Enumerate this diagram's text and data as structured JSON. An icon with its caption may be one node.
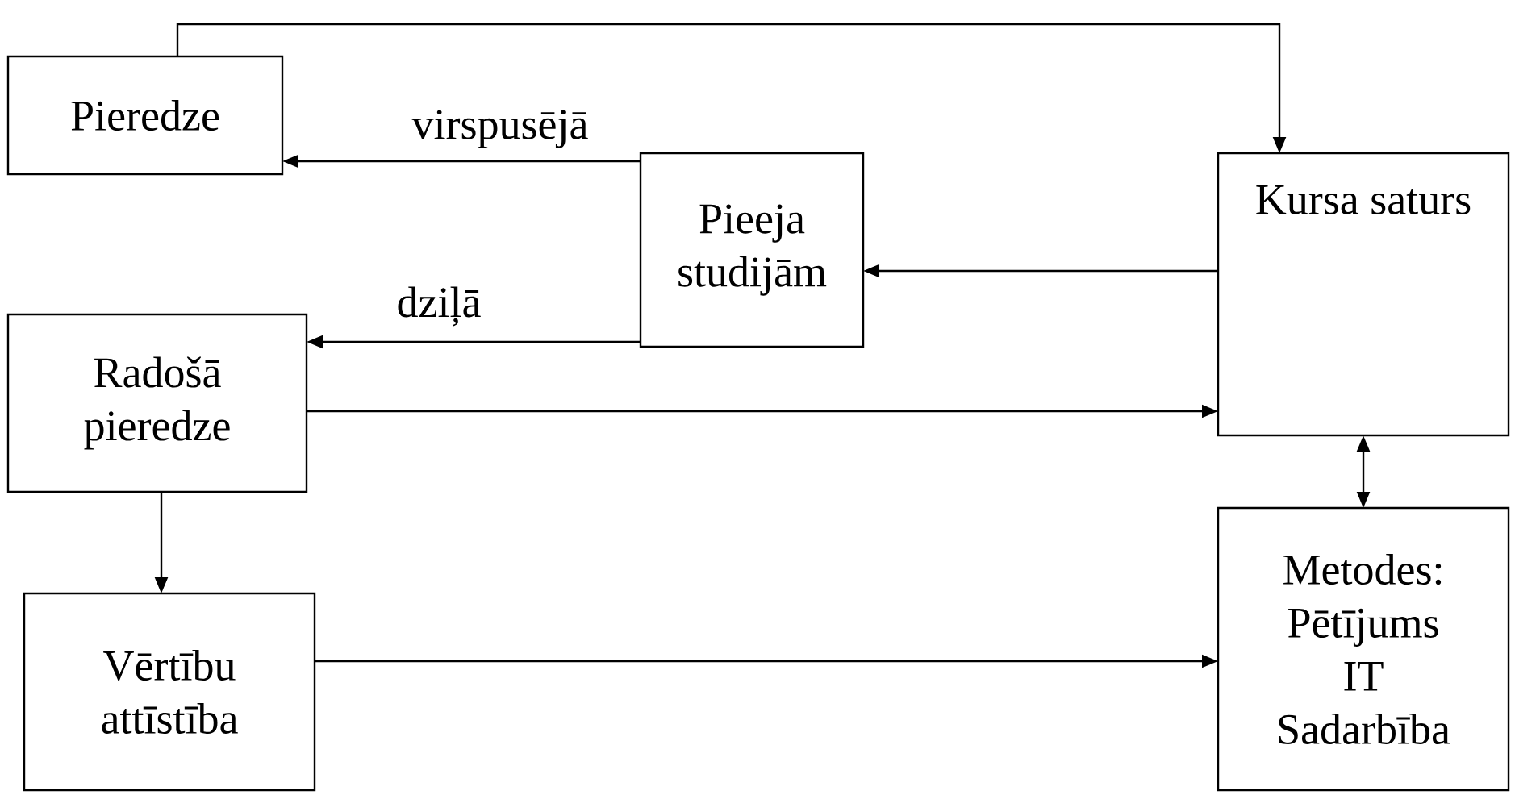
{
  "diagram": {
    "nodes": [
      {
        "text": [
          "Pieredze"
        ]
      },
      {
        "text": [
          "Pieeja studijām"
        ]
      },
      {
        "text": [
          "Kursa saturs"
        ]
      },
      {
        "text": [
          "Radošā pieredze"
        ]
      },
      {
        "text": [
          "Vērtību attīstība"
        ]
      },
      {
        "text": [
          "Metodes: Pētījums IT Sadarbība"
        ]
      }
    ],
    "edges": [
      {
        "from": 0,
        "to": 2,
        "arrow": "to"
      },
      {
        "from": 1,
        "to": 0,
        "arrow": "to",
        "label": "virspusējā"
      },
      {
        "from": 2,
        "to": 1,
        "arrow": "to"
      },
      {
        "from": 1,
        "to": 3,
        "arrow": "to",
        "label": "dziļā"
      },
      {
        "from": 3,
        "to": 2,
        "arrow": "to"
      },
      {
        "from": 2,
        "to": 5,
        "arrow": "both"
      },
      {
        "from": 3,
        "to": 4,
        "arrow": "to"
      },
      {
        "from": 4,
        "to": 5,
        "arrow": "to"
      }
    ]
  }
}
